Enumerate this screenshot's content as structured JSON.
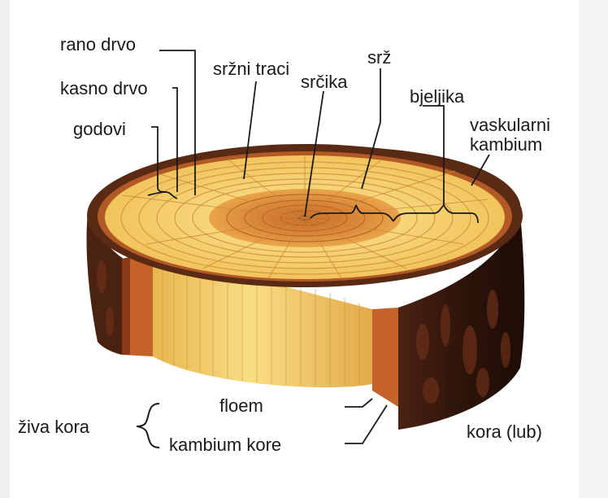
{
  "labels": {
    "rano_drvo": "rano drvo",
    "kasno_drvo": "kasno drvo",
    "godovi": "godovi",
    "srzni_traci": "sržni traci",
    "srcika": "srčika",
    "srz": "srž",
    "bjeljika": "bjeljika",
    "vaskularni_kambium_1": "vaskularni",
    "vaskularni_kambium_2": "kambium",
    "floem": "floem",
    "ziva_kora": "živa kora",
    "kambium_kore": "kambium kore",
    "kora_lub": "kora (lub)"
  },
  "colors": {
    "bark_dark": "#3a1a0e",
    "bark_mid": "#6b2f18",
    "sapwood": "#f7d877",
    "heartwood": "#e0903a",
    "heart_core": "#c86a25",
    "side_wood": "#f3cf6a",
    "inner_bark": "#c4622a"
  }
}
